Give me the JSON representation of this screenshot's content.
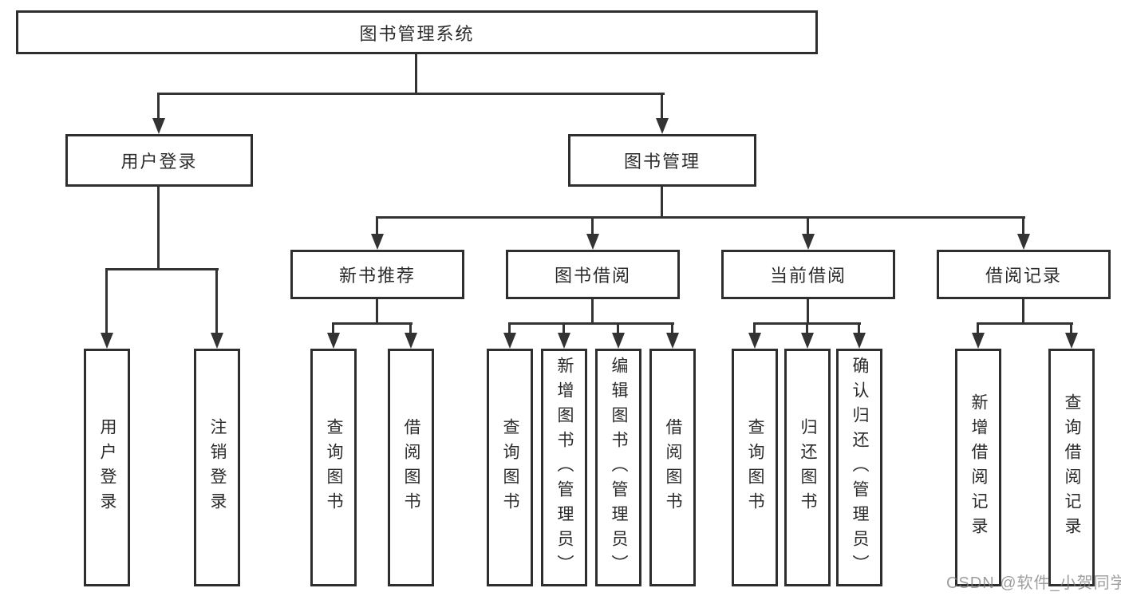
{
  "tree": {
    "root": "图书管理系统",
    "children": [
      {
        "label": "用户登录",
        "children": [
          {
            "label": "用户登录"
          },
          {
            "label": "注销登录"
          }
        ]
      },
      {
        "label": "图书管理",
        "children": [
          {
            "label": "新书推荐",
            "children": [
              {
                "label": "查询图书"
              },
              {
                "label": "借阅图书"
              }
            ]
          },
          {
            "label": "图书借阅",
            "children": [
              {
                "label": "查询图书"
              },
              {
                "label": "新增图书（管理员）"
              },
              {
                "label": "编辑图书（管理员）"
              },
              {
                "label": "借阅图书"
              }
            ]
          },
          {
            "label": "当前借阅",
            "children": [
              {
                "label": "查询图书"
              },
              {
                "label": "归还图书"
              },
              {
                "label": "确认归还（管理员）"
              }
            ]
          },
          {
            "label": "借阅记录",
            "children": [
              {
                "label": "新增借阅记录"
              },
              {
                "label": "查询借阅记录"
              }
            ]
          }
        ]
      }
    ]
  },
  "watermark": "CSDN @软件_小贺同学",
  "colors": {
    "line": "#333333",
    "box_border": "#2e2e2e",
    "text": "#2b2b2b",
    "watermark": "#7d7d7d",
    "background": "#ffffff"
  }
}
